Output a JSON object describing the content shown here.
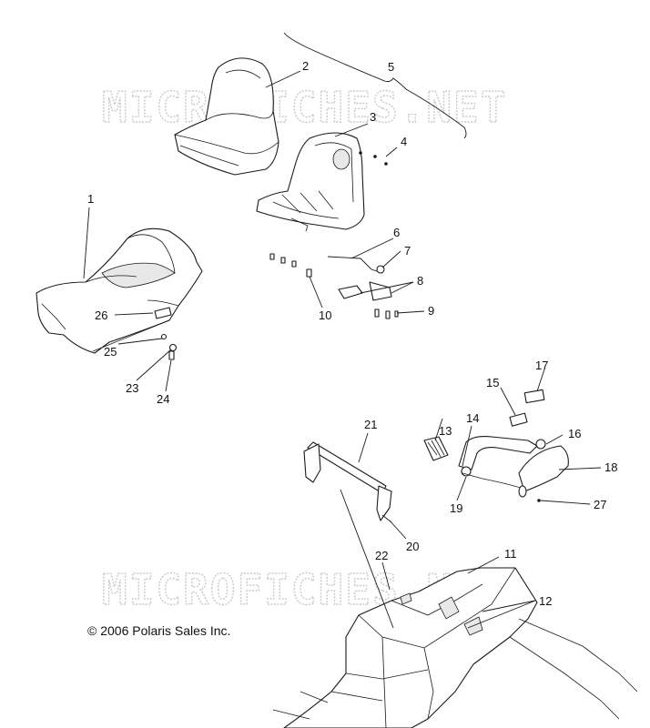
{
  "watermark": "MICROFICHES.NET",
  "copyright": "© 2006 Polaris Sales Inc.",
  "callouts": [
    {
      "id": "c1",
      "label": "1"
    },
    {
      "id": "c2",
      "label": "2"
    },
    {
      "id": "c3",
      "label": "3"
    },
    {
      "id": "c4",
      "label": "4"
    },
    {
      "id": "c5",
      "label": "5"
    },
    {
      "id": "c6",
      "label": "6"
    },
    {
      "id": "c7",
      "label": "7"
    },
    {
      "id": "c8",
      "label": "8"
    },
    {
      "id": "c9",
      "label": "9"
    },
    {
      "id": "c10",
      "label": "10"
    },
    {
      "id": "c11",
      "label": "11"
    },
    {
      "id": "c12",
      "label": "12"
    },
    {
      "id": "c13",
      "label": "13"
    },
    {
      "id": "c14",
      "label": "14"
    },
    {
      "id": "c15",
      "label": "15"
    },
    {
      "id": "c16",
      "label": "16"
    },
    {
      "id": "c17",
      "label": "17"
    },
    {
      "id": "c18",
      "label": "18"
    },
    {
      "id": "c19",
      "label": "19"
    },
    {
      "id": "c20",
      "label": "20"
    },
    {
      "id": "c21",
      "label": "21"
    },
    {
      "id": "c22",
      "label": "22"
    },
    {
      "id": "c23",
      "label": "23"
    },
    {
      "id": "c24",
      "label": "24"
    },
    {
      "id": "c25",
      "label": "25"
    },
    {
      "id": "c26",
      "label": "26"
    },
    {
      "id": "c27",
      "label": "27"
    }
  ]
}
